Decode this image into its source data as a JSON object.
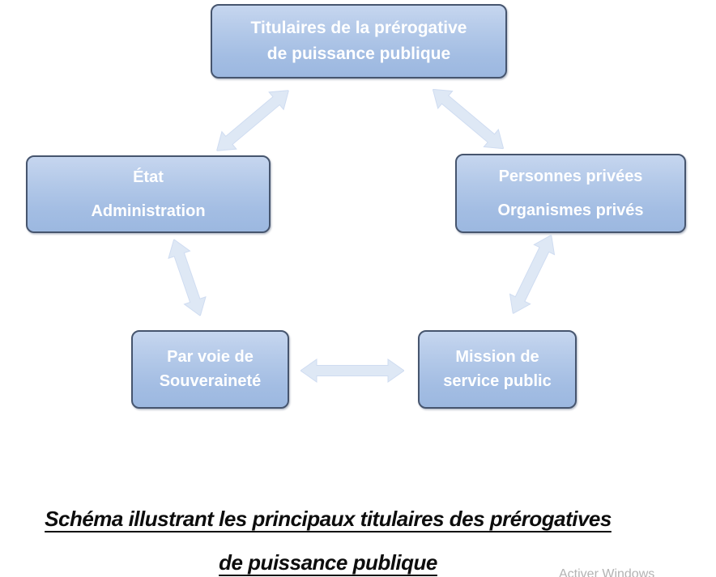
{
  "diagram": {
    "nodes": {
      "top": {
        "lines": [
          "Titulaires de la prérogative",
          "de puissance publique"
        ]
      },
      "left": {
        "lines": [
          "État",
          "Administration"
        ]
      },
      "right": {
        "lines": [
          "Personnes privées",
          "Organismes privés"
        ]
      },
      "bottom_left": {
        "lines": [
          "Par voie de",
          "Souveraineté"
        ]
      },
      "bottom_right": {
        "lines": [
          "Mission de",
          "service public"
        ]
      }
    },
    "colors": {
      "node_fill_top": "#c6d6ef",
      "node_fill_bottom": "#9cb8e0",
      "node_border": "#46556e",
      "node_text": "#ffffff",
      "arrow_fill": "#dee8f5",
      "arrow_stroke": "#cfdcf1"
    }
  },
  "caption": {
    "line1": "Schéma illustrant les principaux titulaires des prérogatives",
    "line2": "de puissance publique"
  },
  "watermark": "Activer Windows"
}
